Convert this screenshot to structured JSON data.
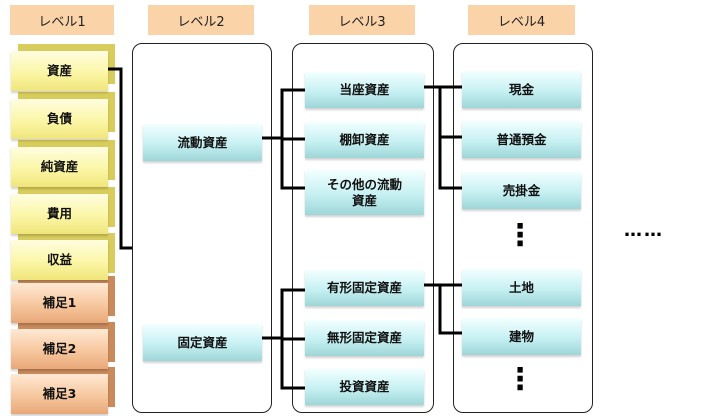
{
  "headers": {
    "level1": "レベル1",
    "level2": "レベル2",
    "level3": "レベル3",
    "level4": "レベル4"
  },
  "level1": [
    "資産",
    "負債",
    "純資産",
    "費用",
    "収益",
    "補足1",
    "補足2",
    "補足3"
  ],
  "level2": [
    "流動資産",
    "固定資産"
  ],
  "level3": {
    "current": [
      "当座資産",
      "棚卸資産",
      "その他の流動資産"
    ],
    "fixed": [
      "有形固定資産",
      "無形固定資産",
      "投資資産"
    ]
  },
  "level4": {
    "quick": [
      "現金",
      "普通預金",
      "売掛金"
    ],
    "tangible": [
      "土地",
      "建物"
    ]
  },
  "ellipsis_vertical": "⋮",
  "ellipsis_horizontal": "……"
}
